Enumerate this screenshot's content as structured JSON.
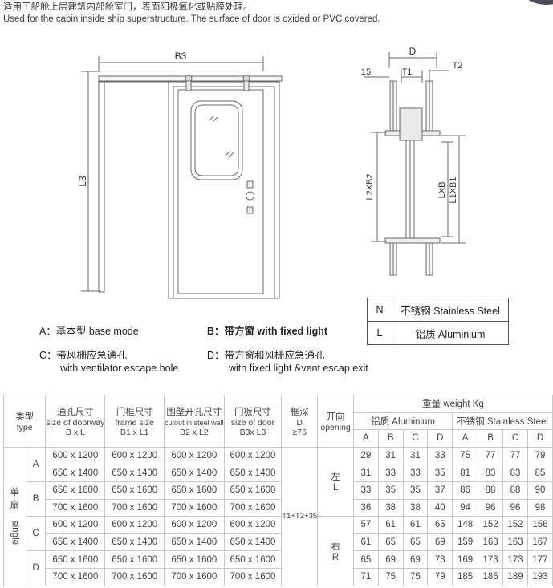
{
  "intro": {
    "cn": "适用于船舱上层建筑内部舱室门，表面阳极氧化或贴膜处理。",
    "en": "Used for the cabin inside ship superstructure. The surface of door is oxided or PVC covered."
  },
  "drawing": {
    "b3": "B3",
    "l3": "L3",
    "d": "D",
    "d15": "15",
    "t1": "T1",
    "t2": "T2",
    "l2xb2": "L2XB2",
    "lxb": "LXB",
    "l1xb1": "L1XB1"
  },
  "materials": [
    {
      "code": "N",
      "name": "不锈钢 Stainless Steel"
    },
    {
      "code": "L",
      "name": "铝质 Aluminium"
    }
  ],
  "types": [
    {
      "key": "A：",
      "cn": "基本型",
      "en": " base mode",
      "bold": false
    },
    {
      "key": "B：",
      "cn": "带方窗",
      "en": " with fixed light",
      "bold": true
    },
    {
      "key": "C：",
      "cn": "带风栅应急通孔",
      "en": "with ventilator escape hole",
      "bold": false
    },
    {
      "key": "D：",
      "cn": "带方窗和风栅应急通孔",
      "en": "with fixed light &vent escap exit",
      "bold": false
    }
  ],
  "table": {
    "h_type_cn": "类型",
    "h_type_en": "type",
    "h_doorway_cn": "通孔尺寸",
    "h_doorway_en": "size of doorway",
    "h_doorway_dim": "B x L",
    "h_frame_cn": "门框尺寸",
    "h_frame_en": "frame size",
    "h_frame_dim": "B1 x L1",
    "h_cutout_cn": "围壁开孔尺寸",
    "h_cutout_en": "cutout in steel wall",
    "h_cutout_dim": "B2 x L2",
    "h_door_cn": "门板尺寸",
    "h_door_en": "size of door",
    "h_door_dim": "B3x L3",
    "h_depth_cn": "框深",
    "h_depth_d": "D",
    "h_depth_min": "≥76",
    "h_open_cn": "开向",
    "h_open_en": "opening",
    "h_weight": "重量 weight Kg",
    "h_al": "铝质 Aluminium",
    "h_ss": "不锈钢 Stainless Steel",
    "sub": [
      "A",
      "B",
      "C",
      "D"
    ],
    "single_cn_1": "单",
    "single_cn_2": "扇",
    "single_en": "single",
    "depth_value": "T1+T2+35",
    "left_cn": "左",
    "left_en": "L",
    "right_cn": "右",
    "right_en": "R",
    "rows": [
      {
        "type": "A",
        "doorway": "600 x 1200",
        "frame": "600 x 1200",
        "cutout": "600 x 1200",
        "door": "600 x 1200",
        "al": [
          "29",
          "31",
          "31",
          "33"
        ],
        "ss": [
          "75",
          "77",
          "77",
          "79"
        ]
      },
      {
        "type": "",
        "doorway": "650 x 1400",
        "frame": "650 x 1400",
        "cutout": "650 x 1400",
        "door": "650 x 1400",
        "al": [
          "31",
          "33",
          "33",
          "35"
        ],
        "ss": [
          "81",
          "83",
          "83",
          "85"
        ]
      },
      {
        "type": "B",
        "doorway": "650 x 1600",
        "frame": "650 x 1600",
        "cutout": "650 x 1600",
        "door": "650 x 1600",
        "al": [
          "33",
          "35",
          "35",
          "37"
        ],
        "ss": [
          "86",
          "88",
          "88",
          "90"
        ]
      },
      {
        "type": "",
        "doorway": "700 x 1600",
        "frame": "700 x 1600",
        "cutout": "700 x 1600",
        "door": "700 x 1600",
        "al": [
          "36",
          "38",
          "38",
          "40"
        ],
        "ss": [
          "94",
          "96",
          "96",
          "98"
        ]
      },
      {
        "type": "C",
        "doorway": "600 x 1200",
        "frame": "600 x 1200",
        "cutout": "600 x 1200",
        "door": "600 x 1200",
        "al": [
          "57",
          "61",
          "61",
          "65"
        ],
        "ss": [
          "148",
          "152",
          "152",
          "156"
        ]
      },
      {
        "type": "",
        "doorway": "650 x 1400",
        "frame": "650 x 1400",
        "cutout": "650 x 1400",
        "door": "650 x 1400",
        "al": [
          "61",
          "65",
          "65",
          "69"
        ],
        "ss": [
          "159",
          "163",
          "163",
          "167"
        ]
      },
      {
        "type": "D",
        "doorway": "650 x 1600",
        "frame": "650 x 1600",
        "cutout": "650 x 1600",
        "door": "650 x 1600",
        "al": [
          "65",
          "69",
          "69",
          "73"
        ],
        "ss": [
          "169",
          "173",
          "173",
          "177"
        ]
      },
      {
        "type": "",
        "doorway": "700 x 1600",
        "frame": "700 x 1600",
        "cutout": "700 x 1600",
        "door": "700 x 1600",
        "al": [
          "71",
          "75",
          "75",
          "79"
        ],
        "ss": [
          "185",
          "185",
          "189",
          "193"
        ]
      }
    ]
  }
}
